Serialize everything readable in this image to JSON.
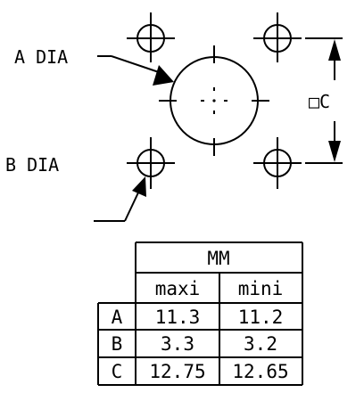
{
  "labels": {
    "a_dia": "A DIA",
    "b_dia": "B DIA",
    "c_dim": "□C"
  },
  "table": {
    "unit_header": "MM",
    "col_headers": [
      "maxi",
      "mini"
    ],
    "rows": [
      {
        "key": "A",
        "maxi": "11.3",
        "mini": "11.2"
      },
      {
        "key": "B",
        "maxi": "3.3",
        "mini": "3.2"
      },
      {
        "key": "C",
        "maxi": "12.75",
        "mini": "12.65"
      }
    ]
  }
}
